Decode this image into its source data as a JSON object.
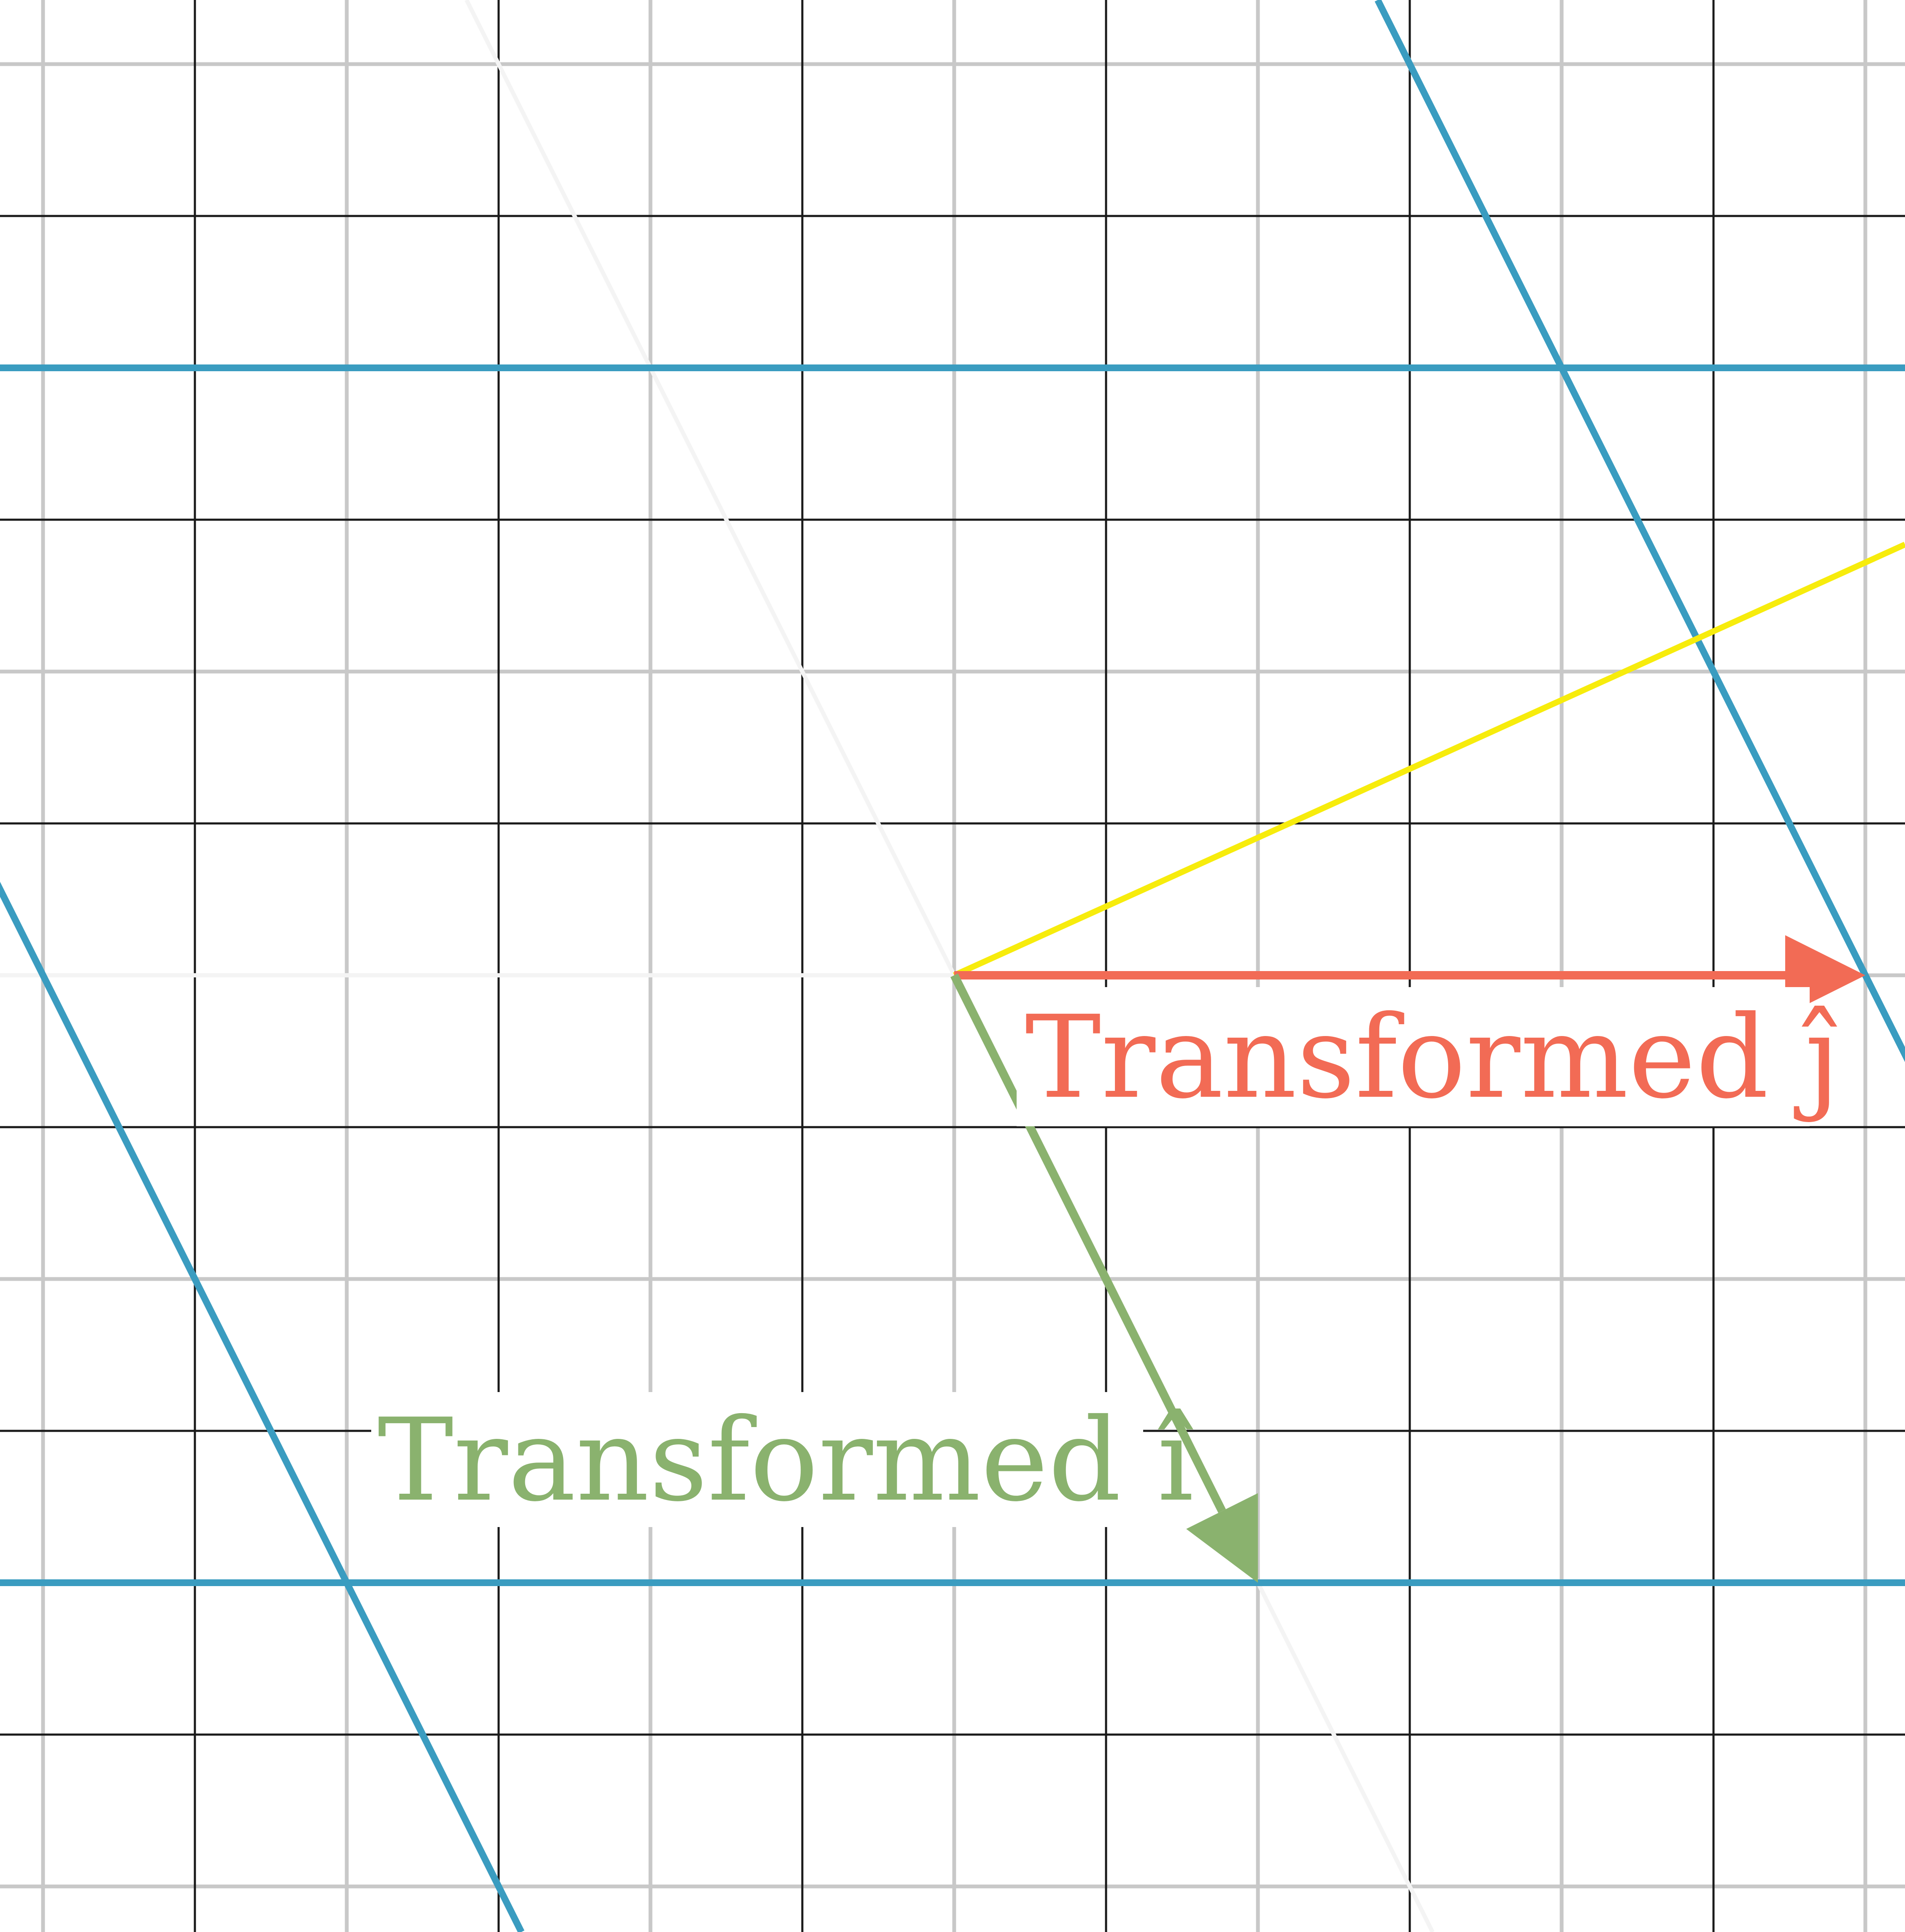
{
  "colors": {
    "background": "#ffffff",
    "grid_light": "#c8c8c8",
    "grid_dark": "#1a1a1a",
    "transformed_lines": "#3a9cc0",
    "transformed_i": "#8ab26e",
    "transformed_j": "#f26b55",
    "highlight_line": "#f7ec0c",
    "white_line": "#f4f4f4"
  },
  "labels": {
    "transformed_i": "Transformed î",
    "transformed_j": "Transformed ĵ"
  },
  "vectors": {
    "transformed_i": [
      1,
      -2
    ],
    "transformed_j": [
      3,
      0
    ]
  }
}
